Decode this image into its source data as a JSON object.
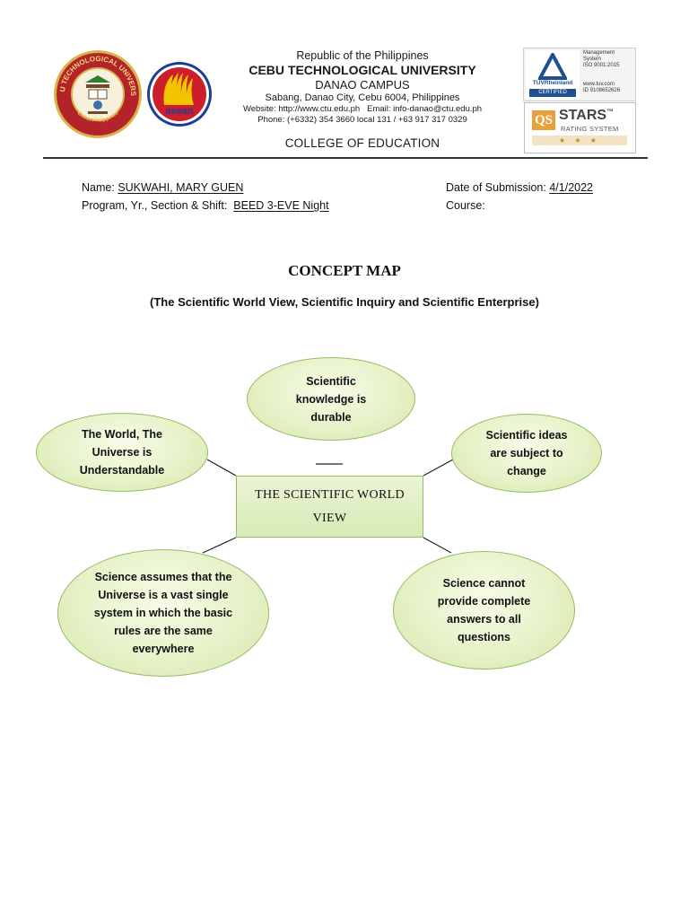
{
  "header": {
    "republic": "Republic of the Philippines",
    "university": "CEBU TECHNOLOGICAL UNIVERSITY",
    "campus": "DANAO CAMPUS",
    "address": "Sabang, Danao City, Cebu 6004, Philippines",
    "website_line": "Website: http://www.ctu.edu.ph   Email: info-danao@ctu.edu.ph",
    "phone_line": "Phone: (+6332) 354 3660 local 131 / +63 917 317 0329",
    "college": "COLLEGE OF EDUCATION"
  },
  "logos": {
    "ctu_ring_top": "CEBU TECHNOLOGICAL UNIVERSITY",
    "ctu_ring_bottom": "Cebu, Philippines",
    "asean_text": "asean",
    "tuv_brand": "TÜVRheinland",
    "tuv_certified": "CERTIFIED",
    "tuv_side_1": "Management",
    "tuv_side_2": "System",
    "tuv_side_3": "ISO 9001:2015",
    "tuv_side_4": "www.tuv.com",
    "tuv_side_5": "ID 9108652626",
    "qs_mark": "QS",
    "qs_stars": "STARS",
    "qs_tm": "™",
    "qs_rating": "RATING SYSTEM",
    "qs_star_row": "★ ★ ★"
  },
  "student": {
    "name_label": "Name:",
    "name_value": "SUKWAHI, MARY GUEN",
    "program_label": "Program, Yr., Section & Shift:",
    "program_value": "BEED 3-EVE Night",
    "date_label": "Date of Submission:",
    "date_value": "4/1/2022",
    "course_label": "Course:"
  },
  "title": "CONCEPT MAP",
  "subtitle": "(The Scientific World View, Scientific Inquiry and Scientific Enterprise)",
  "concept_map": {
    "center": [
      "THE SCIENTIFIC WORLD",
      "VIEW"
    ],
    "top": [
      "Scientific",
      "knowledge is",
      "durable"
    ],
    "top_left": [
      "The World, The",
      "Universe is",
      "Understandable"
    ],
    "top_right": [
      "Scientific ideas",
      "are subject to",
      "change"
    ],
    "bottom_left": [
      "Science assumes that the",
      "Universe is a vast single",
      "system in which the basic",
      "rules are the same",
      "everywhere"
    ],
    "bottom_right": [
      "Science cannot",
      "provide complete",
      "answers to all",
      "questions"
    ]
  },
  "colors": {
    "node_fill": "#e6f2c8",
    "node_border": "#94bd63",
    "ctu_red": "#b3232a",
    "ctu_gold": "#d9b44a",
    "asean_red": "#cc1f2b",
    "asean_yellow": "#f5c400",
    "asean_blue": "#1c3f94",
    "tuv_blue": "#1d4f91",
    "qs_orange": "#e8a13a"
  }
}
